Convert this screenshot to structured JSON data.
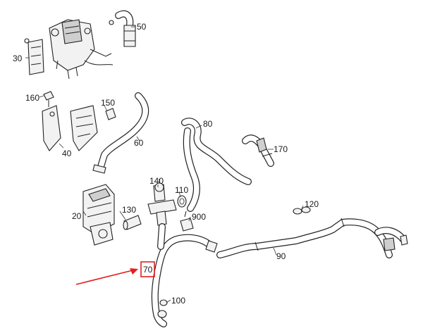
{
  "diagram": {
    "highlighted_part": "70",
    "highlight_color": "#e02020",
    "labels": {
      "p30": "30",
      "p50": "50",
      "p160": "160",
      "p150": "150",
      "p40": "40",
      "p60": "60",
      "p80": "80",
      "p170": "170",
      "p140": "140",
      "p110": "110",
      "p20": "20",
      "p130": "130",
      "p900": "900",
      "p120": "120",
      "p90": "90",
      "p70": "70",
      "p100": "100"
    }
  }
}
